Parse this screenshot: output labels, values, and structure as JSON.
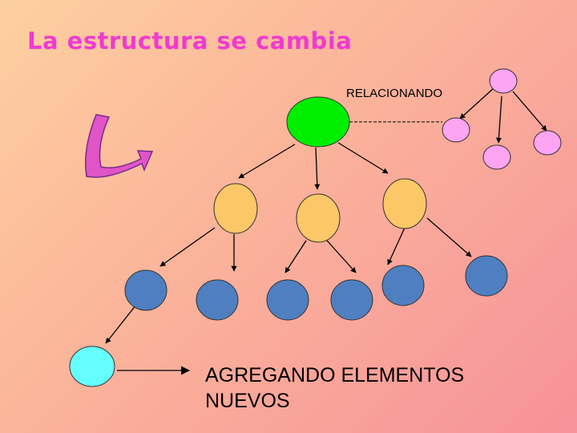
{
  "title": "La estructura se cambia",
  "labels": {
    "relacionando": "RELACIONANDO",
    "agregando_line1": "AGREGANDO ELEMENTOS",
    "agregando_line2": "NUEVOS"
  },
  "colors": {
    "title": "#f03ad0",
    "root_node": "#00ee00",
    "middle_nodes": "#fcc766",
    "leaf_nodes": "#4f7fc0",
    "new_node": "#66ffff",
    "related_nodes": "#fda4f3",
    "curved_arrow": "#e055c8"
  },
  "icons": [
    "curved-arrow-icon"
  ]
}
